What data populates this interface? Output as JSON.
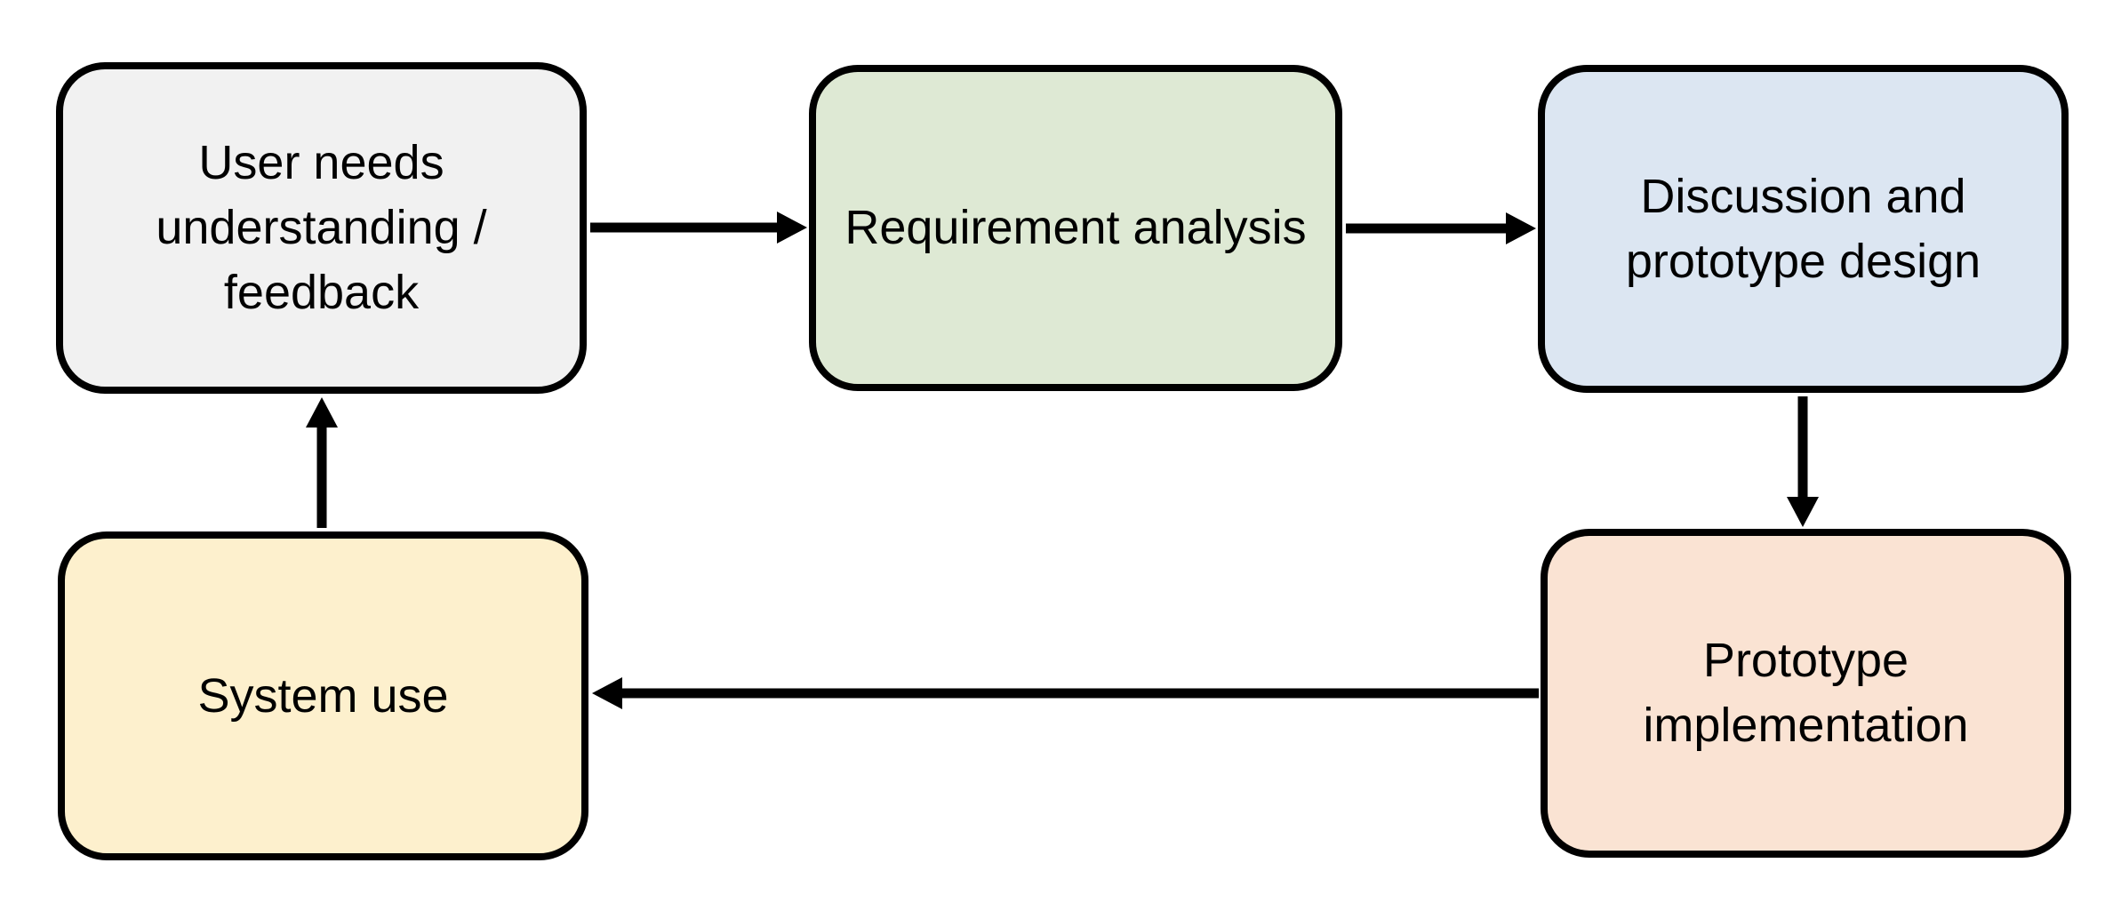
{
  "diagram": {
    "type": "flowchart-cycle",
    "background": "#ffffff",
    "arrow_color": "#000000",
    "node_border_color": "#000000",
    "nodes": [
      {
        "id": "user-needs",
        "label": "User needs understanding / feedback",
        "fill": "#F1F1F1"
      },
      {
        "id": "requirement-analysis",
        "label": "Requirement analysis",
        "fill": "#DEE9D4"
      },
      {
        "id": "discussion-prototype-design",
        "label": "Discussion and prototype design",
        "fill": "#DCE6F2"
      },
      {
        "id": "prototype-implementation",
        "label": "Prototype implementation",
        "fill": "#FAE3D3"
      },
      {
        "id": "system-use",
        "label": "System use",
        "fill": "#FDF0CD"
      }
    ],
    "edges": [
      {
        "from": "user-needs",
        "to": "requirement-analysis",
        "direction": "right"
      },
      {
        "from": "requirement-analysis",
        "to": "discussion-prototype-design",
        "direction": "right"
      },
      {
        "from": "discussion-prototype-design",
        "to": "prototype-implementation",
        "direction": "down"
      },
      {
        "from": "prototype-implementation",
        "to": "system-use",
        "direction": "left"
      },
      {
        "from": "system-use",
        "to": "user-needs",
        "direction": "up"
      }
    ]
  }
}
